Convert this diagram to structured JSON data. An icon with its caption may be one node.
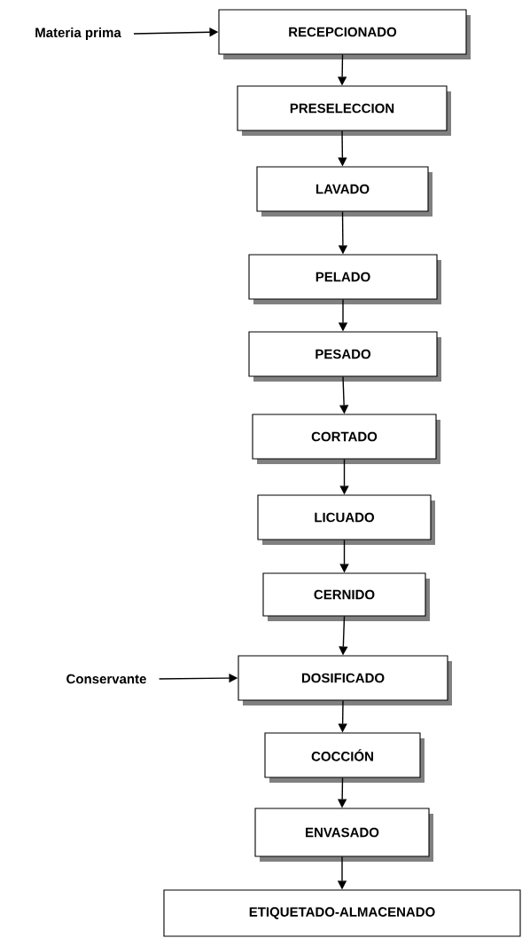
{
  "diagram": {
    "nodes": [
      {
        "text": [
          "Materia prima"
        ]
      },
      {
        "text": [
          "RECEPCIONADO"
        ]
      },
      {
        "text": [
          "PRESELECCION"
        ]
      },
      {
        "text": [
          "LAVADO"
        ]
      },
      {
        "text": [
          "PELADO"
        ]
      },
      {
        "text": [
          "PESADO"
        ]
      },
      {
        "text": [
          "CORTADO"
        ]
      },
      {
        "text": [
          "LICUADO"
        ]
      },
      {
        "text": [
          "CERNIDO"
        ]
      },
      {
        "text": [
          "Conservante"
        ]
      },
      {
        "text": [
          "DOSIFICADO"
        ]
      },
      {
        "text": [
          "COCCIÓN"
        ]
      },
      {
        "text": [
          "ENVASADO"
        ]
      },
      {
        "text": [
          "ETIQUETADO-ALMACENADO"
        ]
      }
    ],
    "edges": [
      {
        "from": 0,
        "to": 1,
        "arrow": "to"
      },
      {
        "from": 1,
        "to": 2,
        "arrow": "to"
      },
      {
        "from": 2,
        "to": 3,
        "arrow": "to"
      },
      {
        "from": 3,
        "to": 4,
        "arrow": "to"
      },
      {
        "from": 4,
        "to": 5,
        "arrow": "to"
      },
      {
        "from": 5,
        "to": 6,
        "arrow": "to"
      },
      {
        "from": 6,
        "to": 7,
        "arrow": "to"
      },
      {
        "from": 7,
        "to": 8,
        "arrow": "to"
      },
      {
        "from": 8,
        "to": 10,
        "arrow": "to"
      },
      {
        "from": 9,
        "to": 10,
        "arrow": "to"
      },
      {
        "from": 10,
        "to": 11,
        "arrow": "to"
      },
      {
        "from": 11,
        "to": 12,
        "arrow": "to"
      },
      {
        "from": 12,
        "to": 13,
        "arrow": "to"
      }
    ]
  }
}
